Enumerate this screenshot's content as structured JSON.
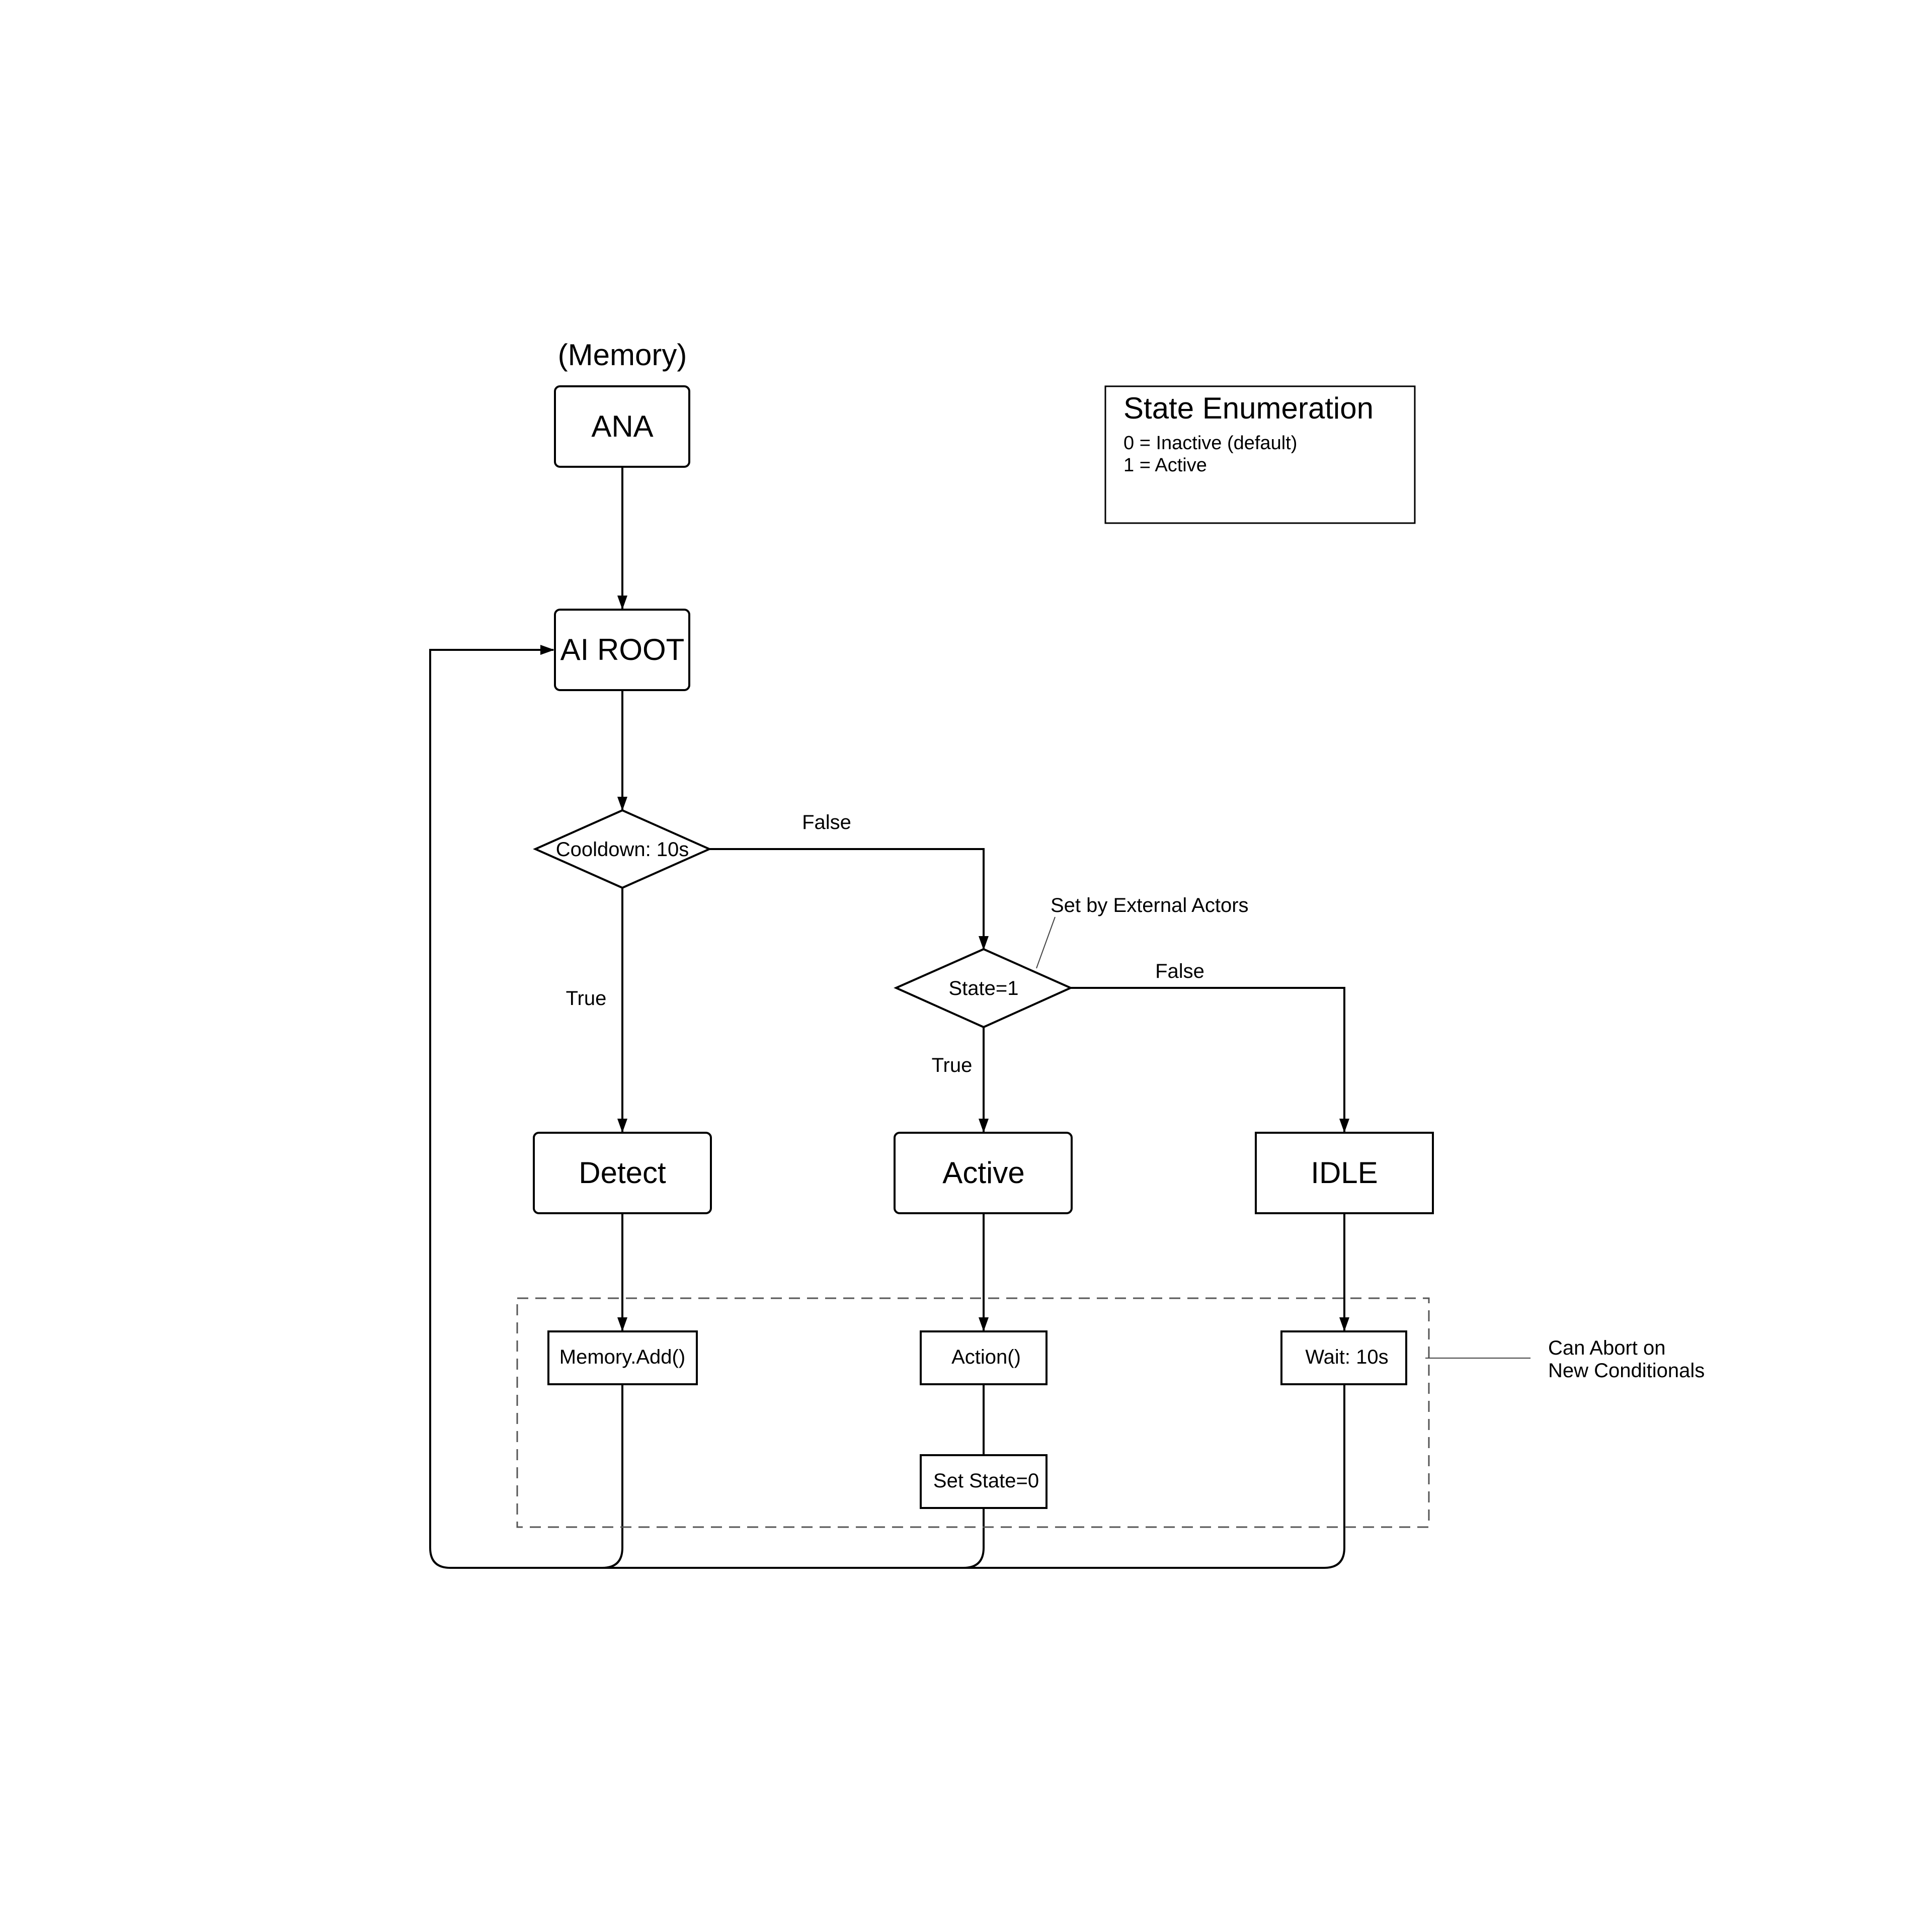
{
  "nodes": {
    "memory_label": "(Memory)",
    "ana": "ANA",
    "ai_root": "AI ROOT",
    "cooldown": "Cooldown: 10s",
    "state_check": "State=1",
    "detect": "Detect",
    "active": "Active",
    "idle": "IDLE",
    "memory_add": "Memory.Add()",
    "action": "Action()",
    "set_state": "Set State=0",
    "wait": "Wait: 10s"
  },
  "edge_labels": {
    "cooldown_false": "False",
    "cooldown_true": "True",
    "state_false": "False",
    "state_true": "True"
  },
  "annotations": {
    "external_actors": "Set by External Actors",
    "abort_line1": "Can Abort on",
    "abort_line2": "New Conditionals"
  },
  "legend": {
    "title": "State Enumeration",
    "line1": "0 = Inactive (default)",
    "line2": "1 = Active"
  }
}
